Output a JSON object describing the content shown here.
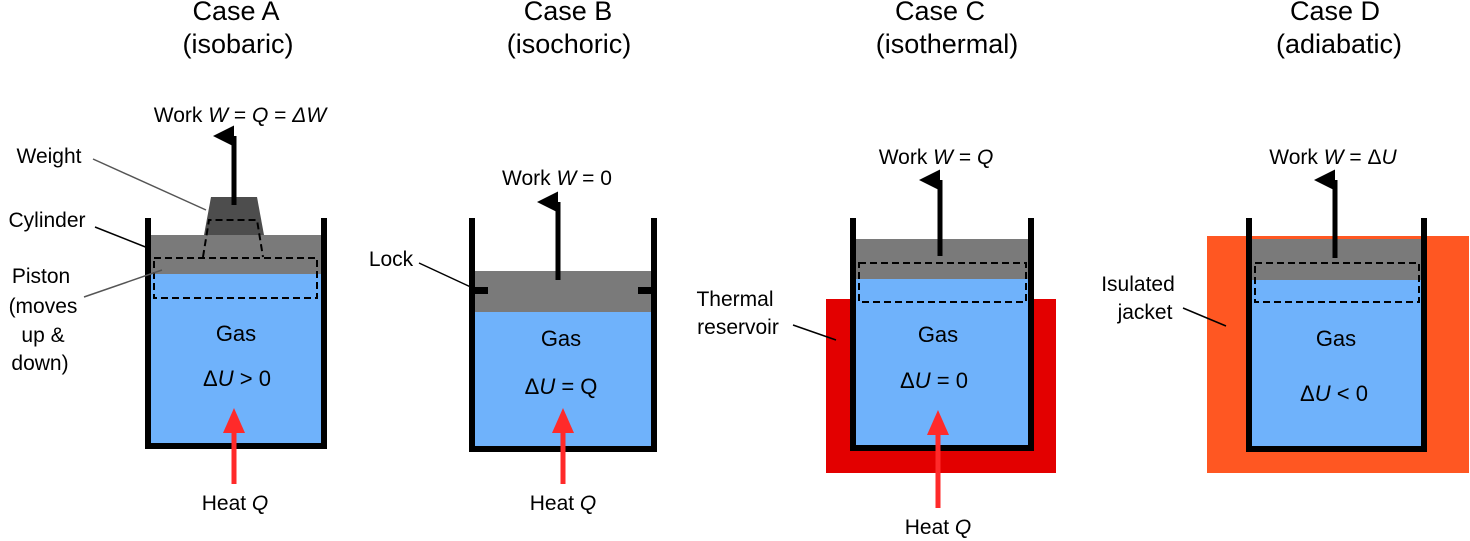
{
  "colors": {
    "gas": "#6fb2fb",
    "piston": "#7a7a7a",
    "weight": "#4d4d4d",
    "thermal_reservoir": "#e30000",
    "insulated_jacket": "#ff5722",
    "heat_arrow": "#ff2a2a",
    "work_arrow": "#000000"
  },
  "case_a": {
    "title": "Case A",
    "subtitle": "(isobaric)",
    "work_prefix": "Work ",
    "work_w": "W",
    "work_eq1": " = ",
    "work_q": "Q",
    "work_eq2": " = ",
    "work_dw": "ΔW",
    "label_weight": "Weight",
    "label_cylinder": "Cylinder",
    "label_piston_1": "Piston",
    "label_piston_2": "(moves",
    "label_piston_3": "up &",
    "label_piston_4": "down)",
    "gas": "Gas",
    "du_delta": "Δ",
    "du_u": "U",
    "du_rel": " > 0",
    "heat_prefix": "Heat ",
    "heat_q": "Q"
  },
  "case_b": {
    "title": "Case B",
    "subtitle": "(isochoric)",
    "work_prefix": "Work ",
    "work_w": "W",
    "work_rel": " = 0",
    "label_lock": "Lock",
    "gas": "Gas",
    "du_delta": "Δ",
    "du_u": "U",
    "du_rel": " = Q",
    "heat_prefix": "Heat ",
    "heat_q": "Q"
  },
  "case_c": {
    "title": "Case C",
    "subtitle": "(isothermal)",
    "work_prefix": "Work ",
    "work_w": "W",
    "work_eq": " = ",
    "work_q": "Q",
    "label_reservoir_1": "Thermal",
    "label_reservoir_2": "reservoir",
    "gas": "Gas",
    "du_delta": "Δ",
    "du_u": "U",
    "du_rel": " = 0",
    "heat_prefix": "Heat ",
    "heat_q": "Q"
  },
  "case_d": {
    "title": "Case D",
    "subtitle": "(adiabatic)",
    "work_prefix": "Work ",
    "work_w": "W",
    "work_eq": " = Δ",
    "work_u": "U",
    "label_jacket_1": "Isulated",
    "label_jacket_2": "jacket",
    "gas": "Gas",
    "du_delta": "Δ",
    "du_u": "U",
    "du_rel": " < 0"
  }
}
